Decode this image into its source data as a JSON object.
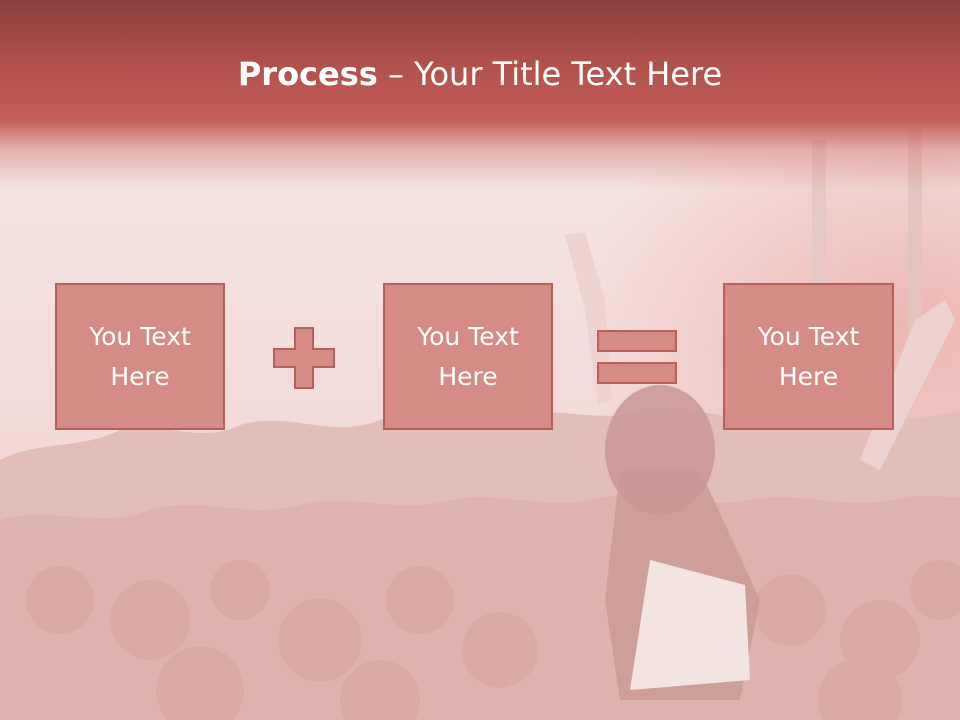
{
  "title": {
    "bold": "Process",
    "separator": " – ",
    "rest": "Your Title Text Here"
  },
  "boxes": [
    {
      "line1": "You Text",
      "line2": "Here"
    },
    {
      "line1": "You Text",
      "line2": "Here"
    },
    {
      "line1": "You Text",
      "line2": "Here"
    }
  ],
  "operators": [
    "plus-icon",
    "equals-icon"
  ],
  "colors": {
    "title_band": "#b0504b",
    "box_fill": "#d58b86",
    "box_border": "#b8605b",
    "text": "#ffffff"
  },
  "background": "concert-crowd-photo"
}
